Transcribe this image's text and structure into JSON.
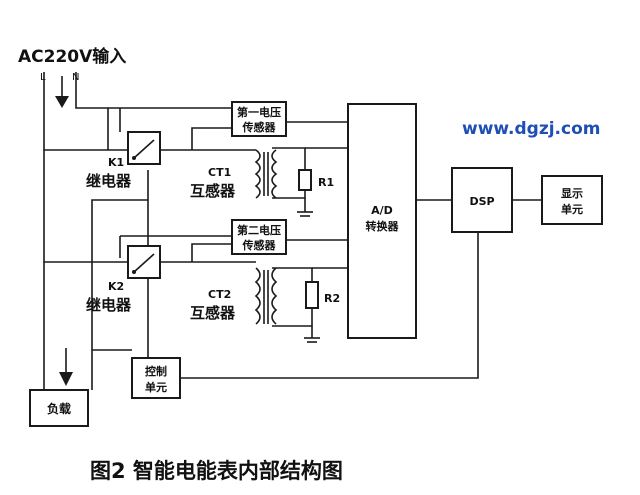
{
  "input": {
    "title": "AC220V输入",
    "l": "L",
    "n": "N"
  },
  "relays": [
    {
      "id": "K1",
      "name": "继电器"
    },
    {
      "id": "K2",
      "name": "继电器"
    }
  ],
  "cts": [
    {
      "id": "CT1",
      "name": "互感器"
    },
    {
      "id": "CT2",
      "name": "互感器"
    }
  ],
  "resistors": [
    "R1",
    "R2"
  ],
  "sensors": [
    {
      "line1": "第一电压",
      "line2": "传感器"
    },
    {
      "line1": "第二电压",
      "line2": "传感器"
    }
  ],
  "adc": {
    "line1": "A/D",
    "line2": "转换器"
  },
  "dsp": "DSP",
  "display": {
    "line1": "显示",
    "line2": "单元"
  },
  "control": {
    "line1": "控制",
    "line2": "单元"
  },
  "load": "负载",
  "watermark": "www.dgzj.com",
  "caption": "图2 智能电能表内部结构图",
  "colors": {
    "watermark": "#1f4fb5",
    "line": "#1a1a1a"
  }
}
